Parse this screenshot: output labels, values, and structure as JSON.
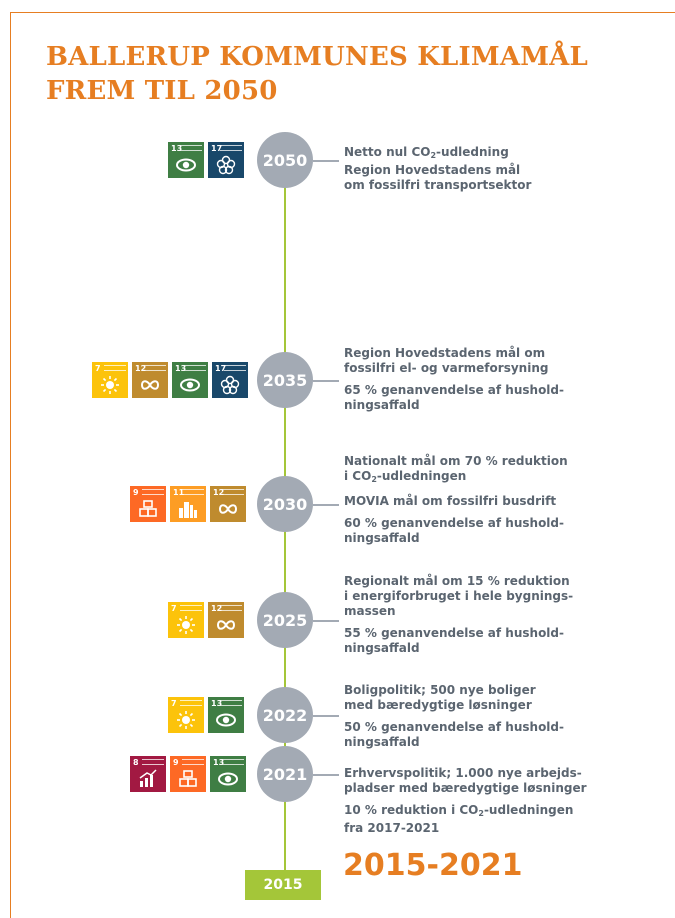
{
  "title_line1": "BALLERUP KOMMUNES KLIMAMÅL",
  "title_line2": "FREM TIL 2050",
  "base_label": "2015",
  "range_label": "2015-2021",
  "colors": {
    "orange": "#e67e22",
    "node_gray": "#a3aab4",
    "line_green": "#a4c639",
    "text_gray": "#5b6570",
    "sdg7": "#fcc30b",
    "sdg8": "#a21942",
    "sdg9": "#fd6925",
    "sdg11": "#fd9d24",
    "sdg12": "#bf8b2e",
    "sdg13": "#3f7e44",
    "sdg17": "#19486a"
  },
  "milestones": [
    {
      "year": "2050",
      "icons": [
        "sdg-13-climate-icon",
        "sdg-17-partnerships-icon"
      ],
      "e1_pre": "Netto nul CO",
      "e1_sub": "2",
      "e1_post": "-udledning",
      "e1_line2": "Region Hovedstadens mål",
      "e1_line3": "om fossilfri transportsektor"
    },
    {
      "year": "2035",
      "icons": [
        "sdg-7-energy-icon",
        "sdg-12-consumption-icon",
        "sdg-13-climate-icon",
        "sdg-17-partnerships-icon"
      ],
      "e1_line1": "Region Hovedstadens mål om",
      "e1_line2": "fossilfri el- og varmeforsyning",
      "e2_line1": "65 % genanvendelse af hushold-",
      "e2_line2": "ningsaffald"
    },
    {
      "year": "2030",
      "icons": [
        "sdg-9-industry-icon",
        "sdg-11-cities-icon",
        "sdg-12-consumption-icon"
      ],
      "e1_line1": "Nationalt mål om 70 % reduktion",
      "e1_pre": "i CO",
      "e1_sub": "2",
      "e1_post": "-udledningen",
      "e2_line1": "MOVIA mål om fossilfri busdrift",
      "e3_line1": "60 % genanvendelse af hushold-",
      "e3_line2": "ningsaffald"
    },
    {
      "year": "2025",
      "icons": [
        "sdg-7-energy-icon",
        "sdg-12-consumption-icon"
      ],
      "e1_line1": "Regionalt mål om 15 % reduktion",
      "e1_line2": "i energiforbruget i hele bygnings-",
      "e1_line3": "massen",
      "e2_line1": "55 % genanvendelse af hushold-",
      "e2_line2": "ningsaffald"
    },
    {
      "year": "2022",
      "icons": [
        "sdg-7-energy-icon",
        "sdg-13-climate-icon"
      ],
      "e1_line1": "Boligpolitik; 500 nye boliger",
      "e1_line2": "med bæredygtige løsninger",
      "e2_line1": "50 % genanvendelse af hushold-",
      "e2_line2": "ningsaffald"
    },
    {
      "year": "2021",
      "icons": [
        "sdg-8-work-icon",
        "sdg-9-industry-icon",
        "sdg-13-climate-icon"
      ],
      "e1_line1": "Erhvervspolitik; 1.000 nye arbejds-",
      "e1_line2": "pladser med bæredygtige løsninger",
      "e2_pre": "10 % reduktion i CO",
      "e2_sub": "2",
      "e2_post": "-udledningen",
      "e2_line2": "fra 2017-2021"
    }
  ],
  "sdg": {
    "n7": "7",
    "n8": "8",
    "n9": "9",
    "n11": "11",
    "n12": "12",
    "n13": "13",
    "n17": "17"
  }
}
